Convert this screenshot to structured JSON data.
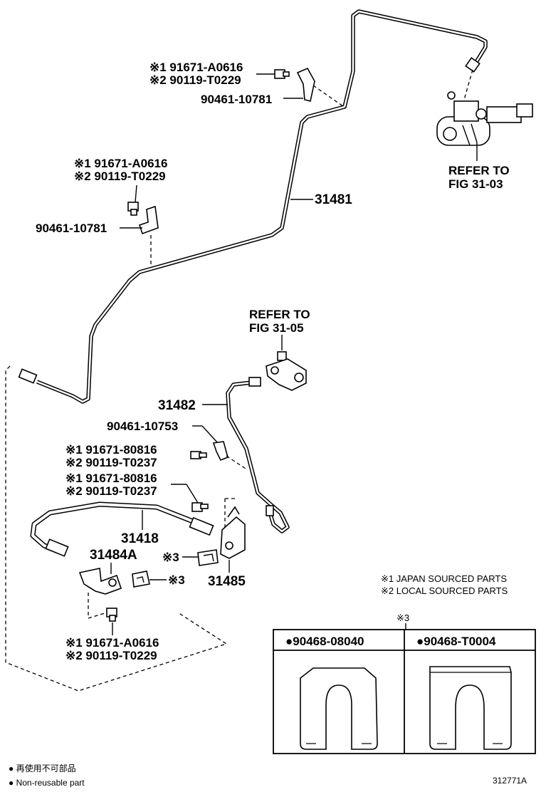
{
  "callouts": {
    "c1_l1": "※1 91671-A0616",
    "c1_l2": "※2 90119-T0229",
    "c1_l3": "90461-10781",
    "c2_l1": "※1 91671-A0616",
    "c2_l2": "※2 90119-T0229",
    "c2_l3": "90461-10781",
    "p31481": "31481",
    "refer_a_l1": "REFER TO",
    "refer_a_l2": "FIG 31-03",
    "refer_b_l1": "REFER TO",
    "refer_b_l2": "FIG 31-05",
    "p31482": "31482",
    "p90461_10753": "90461-10753",
    "c3_l1": "※1 91671-80816",
    "c3_l2": "※2 90119-T0237",
    "c4_l1": "※1 91671-80816",
    "c4_l2": "※2 90119-T0237",
    "p31418": "31418",
    "p31484A": "31484A",
    "p31485": "31485",
    "x3_a": "※3",
    "x3_b": "※3",
    "c5_l1": "※1 91671-A0616",
    "c5_l2": "※2 90119-T0229"
  },
  "notes": {
    "n1": "※1 JAPAN SOURCED PARTS",
    "n2": "※2 LOCAL SOURCED PARTS"
  },
  "table": {
    "header": "※3",
    "col1": "●90468-08040",
    "col2": "●90468-T0004"
  },
  "legend": {
    "jp": "● 再使用不可部品",
    "en": "● Non-reusable part"
  },
  "figure_id": "312771A"
}
